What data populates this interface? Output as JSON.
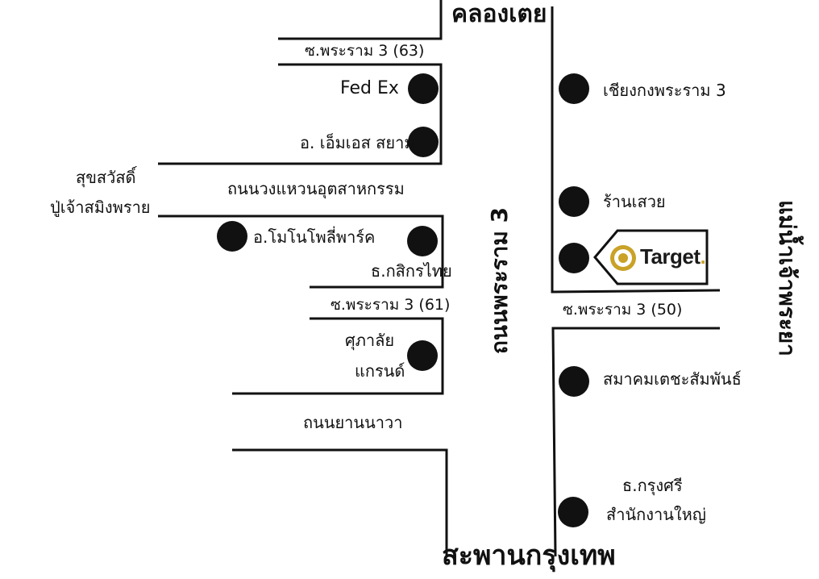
{
  "labels": {
    "khlong_toei": "คลองเตย",
    "soi63": "ซ.พระราม 3 (63)",
    "fedex": "Fed Ex",
    "ms_siam": "อ. เอ็มเอส สยาม",
    "sukhsawat1": "สุขสวัสดิ์",
    "sukhsawat2": "ปู่เจ้าสมิงพราย",
    "industrial_ring": "ถนนวงแหวนอุตสาหกรรม",
    "monopoly_park": "อ.โมโนโพลี่พาร์ค",
    "kasikorn": "ธ.กสิกรไทย",
    "soi61": "ซ.พระราม 3 (61)",
    "supalai1": "ศุภาลัย",
    "supalai2": "แกรนด์",
    "yan_nawa": "ถนนยานนาวา",
    "bridge": "สะพานกรุงเทพ",
    "rama3_road": "ถนนพระราม 3",
    "chiang_kong": "เชียงกงพระราม 3",
    "ran_suay": "ร้านเสวย",
    "soi50": "ซ.พระราม 3 (50)",
    "teochew_assoc": "สมาคมเตชะสัมพันธ์",
    "krungsri1": "ธ.กรุงศรี",
    "krungsri2": "สำนักงานใหญ่",
    "chao_phraya": "แม่น้ำเจ้าพระยา"
  },
  "target": {
    "label": "Target",
    "accent": "#c9a227"
  },
  "colors": {
    "road_line": "#111111",
    "marker": "#111111",
    "background": "#ffffff"
  }
}
